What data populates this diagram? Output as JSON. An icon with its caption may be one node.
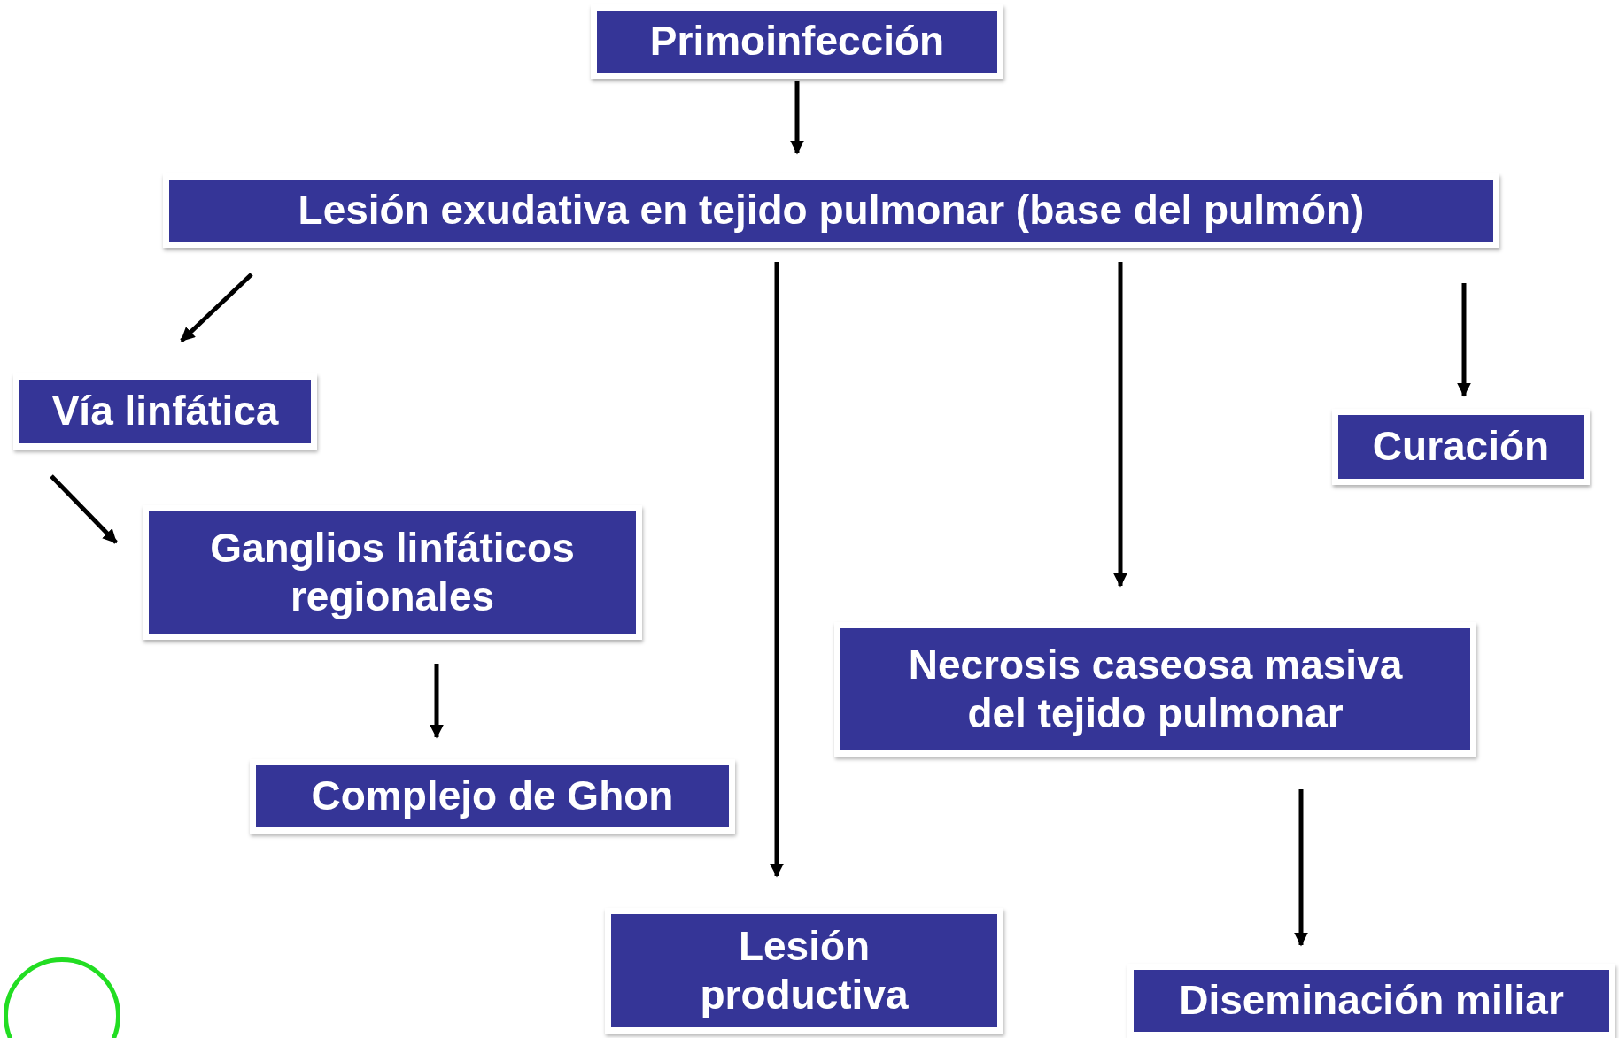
{
  "diagram": {
    "nodes": [
      {
        "text": [
          "Primoinfección"
        ]
      },
      {
        "text": [
          "Lesión exudativa en tejido pulmonar (base del pulmón)"
        ]
      },
      {
        "text": [
          "Vía linfática"
        ]
      },
      {
        "text": [
          "Curación"
        ]
      },
      {
        "text": [
          "Ganglios linfáticos regionales"
        ]
      },
      {
        "text": [
          "Necrosis caseosa masiva del tejido pulmonar"
        ]
      },
      {
        "text": [
          "Complejo de Ghon"
        ]
      },
      {
        "text": [
          "Lesión productiva"
        ]
      },
      {
        "text": [
          "Diseminación miliar"
        ]
      },
      {
        "text": [],
        "shape": "circle"
      }
    ],
    "edges": [
      {
        "from": 0,
        "to": 1,
        "arrow": "to"
      },
      {
        "from": 1,
        "to": 2,
        "arrow": "to"
      },
      {
        "from": 1,
        "to": 7,
        "arrow": "to"
      },
      {
        "from": 1,
        "to": 5,
        "arrow": "to"
      },
      {
        "from": 1,
        "to": 3,
        "arrow": "to"
      },
      {
        "from": 2,
        "to": 4,
        "arrow": "to"
      },
      {
        "from": 4,
        "to": 6,
        "arrow": "to"
      },
      {
        "from": 5,
        "to": 8,
        "arrow": "to"
      }
    ]
  }
}
